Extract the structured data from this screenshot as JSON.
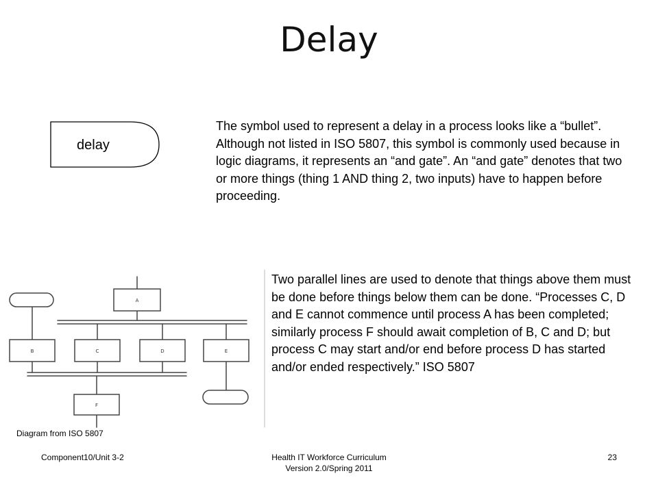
{
  "slide": {
    "title": "Delay",
    "delay_symbol_label": "delay",
    "paragraph_1": "The symbol used to represent a delay in a process looks like a “bullet”.  Although not listed in ISO 5807, this symbol is commonly used because in logic diagrams, it represents an “and gate”.  An “and gate” denotes that two or more things (thing 1 AND thing 2, two inputs) have to happen before proceeding.",
    "paragraph_2": "Two parallel lines are used to denote that things above them must be done before things below them can be done. “Processes C, D and E cannot commence until process A has been completed; similarly process F should await completion of B, C and D; but process C may start and/or end before process D has started and/or ended respectively.” ISO 5807",
    "diagram_caption": "Diagram from ISO 5807"
  },
  "diagram": {
    "boxes": {
      "a": "A",
      "b": "B",
      "c": "C",
      "d": "D",
      "e": "E",
      "f": "F"
    }
  },
  "footer": {
    "left": "Component10/Unit 3-2",
    "center_line1": "Health IT Workforce Curriculum",
    "center_line2": "Version 2.0/Spring 2011",
    "page_number": "23"
  }
}
